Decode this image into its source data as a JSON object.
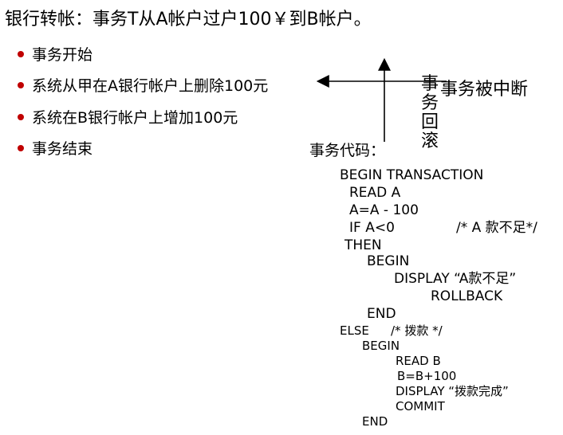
{
  "title": "银行转帐：事务T从A帐户过户100￥到B帐户。",
  "bullets": [
    "事务开始",
    "系统从甲在A银行帐户上删除100元",
    "系统在B银行帐户上增加100元",
    "事务结束"
  ],
  "annotations": {
    "interrupted": "事务被中断",
    "rollback_vertical": [
      "事",
      "务",
      "回",
      "滚"
    ],
    "code_label": "事务代码："
  },
  "code_lines": [
    "BEGIN TRANSACTION",
    "READ A",
    "A=A - 100",
    "IF A<0",
    "/* A 款不足*/",
    "THEN",
    "BEGIN",
    "DISPLAY “A款不足”",
    "ROLLBACK",
    "END",
    "ELSE",
    "/* 拨款 */",
    "BEGIN",
    "READ B",
    "B=B+100",
    "DISPLAY “拨款完成”",
    "COMMIT",
    "END"
  ],
  "colors": {
    "bullet_dot": "#c00000",
    "text": "#000000"
  }
}
